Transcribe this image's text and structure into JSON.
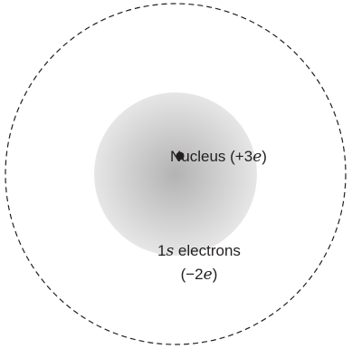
{
  "diagram": {
    "nucleus_label": "Nucleus (+3",
    "nucleus_symbol": "e",
    "nucleus_close": ")",
    "electrons_prefix": "1",
    "electrons_orbital": "s",
    "electrons_label": " electrons",
    "charge_open": "(−2",
    "charge_symbol": "e",
    "charge_close": ")"
  },
  "colors": {
    "cloud_center": "#b3b3b3",
    "cloud_edge": "#e6e6e6",
    "outline": "#231f20",
    "nucleus": "#231f20",
    "text": "#231f20"
  }
}
